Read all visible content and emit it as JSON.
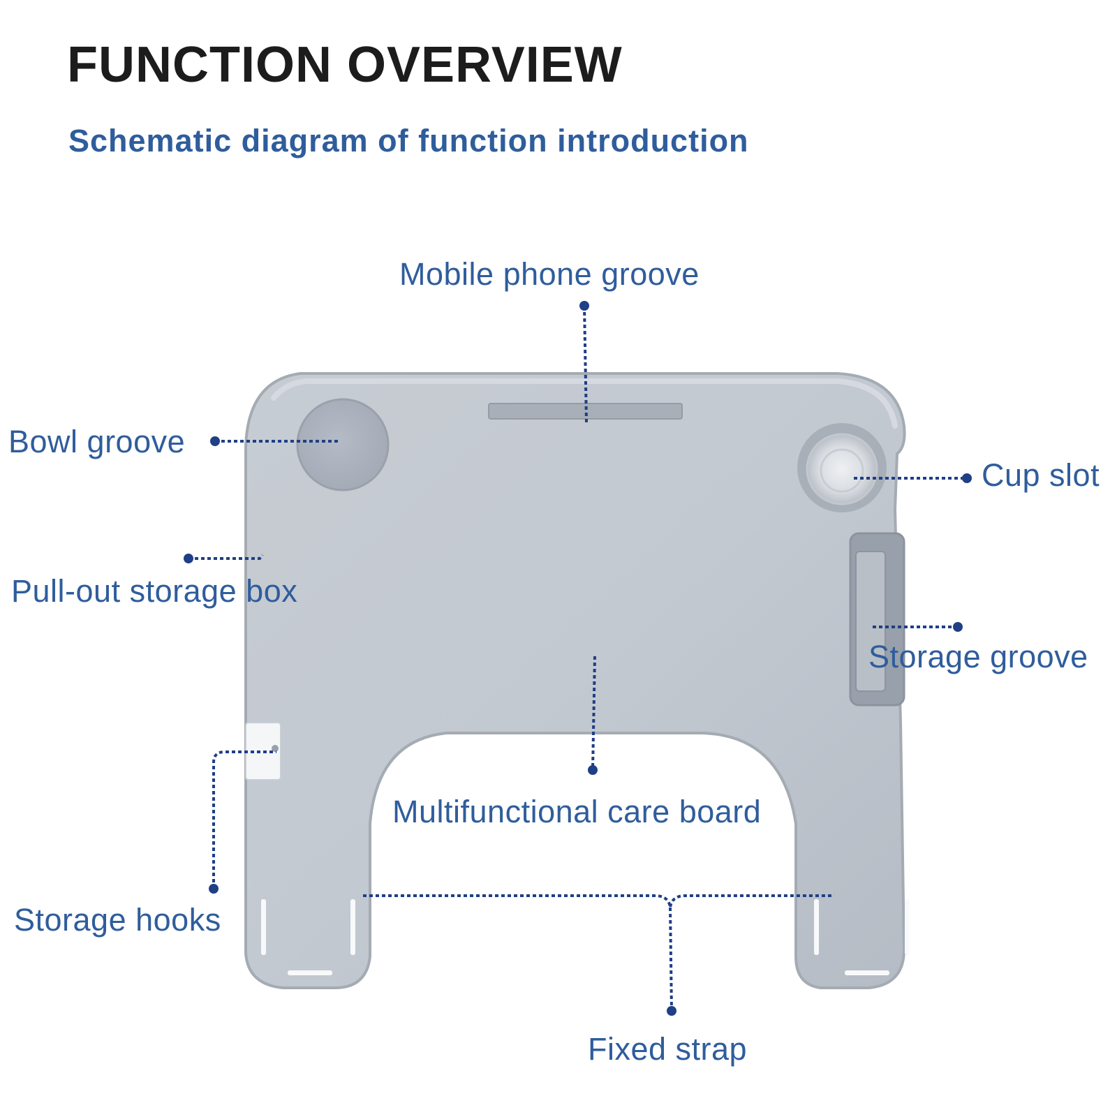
{
  "title": "FUNCTION OVERVIEW",
  "subtitle": "Schematic diagram of function introduction",
  "labels": {
    "mobile_phone_groove": "Mobile phone groove",
    "bowl_groove": "Bowl groove",
    "cup_slot": "Cup slot",
    "pull_out_storage_box": "Pull-out storage box",
    "storage_groove": "Storage groove",
    "multifunctional_care_board": "Multifunctional care board",
    "storage_hooks": "Storage hooks",
    "fixed_strap": "Fixed strap"
  },
  "colors": {
    "title": "#1c1c1c",
    "label": "#2f5d9c",
    "leader_line": "#1f3f86",
    "board": "#bcc3cc",
    "board_edge": "#a5abb3",
    "background": "#ffffff"
  }
}
